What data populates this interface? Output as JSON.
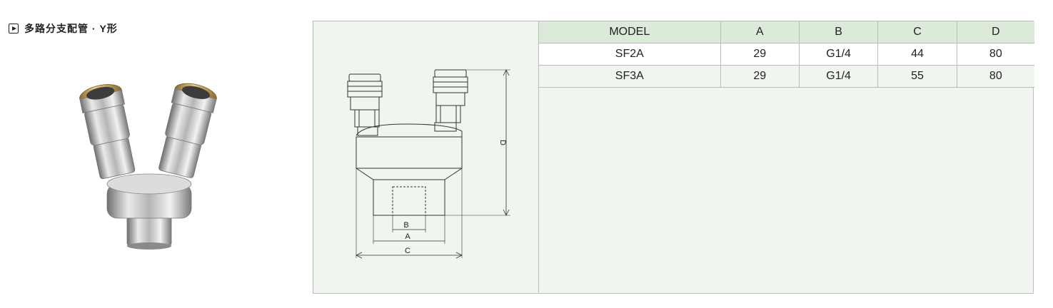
{
  "product": {
    "title": "多路分支配管 · Y形",
    "icon": "play-square-icon"
  },
  "drawing": {
    "labels": {
      "a": "A",
      "b": "B",
      "c": "C",
      "d": "D"
    }
  },
  "table": {
    "headers": [
      "MODEL",
      "A",
      "B",
      "C",
      "D"
    ],
    "rows": [
      [
        "SF2A",
        "29",
        "G1/4",
        "44",
        "80"
      ],
      [
        "SF3A",
        "29",
        "G1/4",
        "55",
        "80"
      ]
    ]
  },
  "colors": {
    "panel_bg": "#f0f5ef",
    "header_bg": "#dcebd9",
    "border": "#b7bfb6",
    "brass": "#c9a25a",
    "chrome": "#c8c8c8"
  }
}
